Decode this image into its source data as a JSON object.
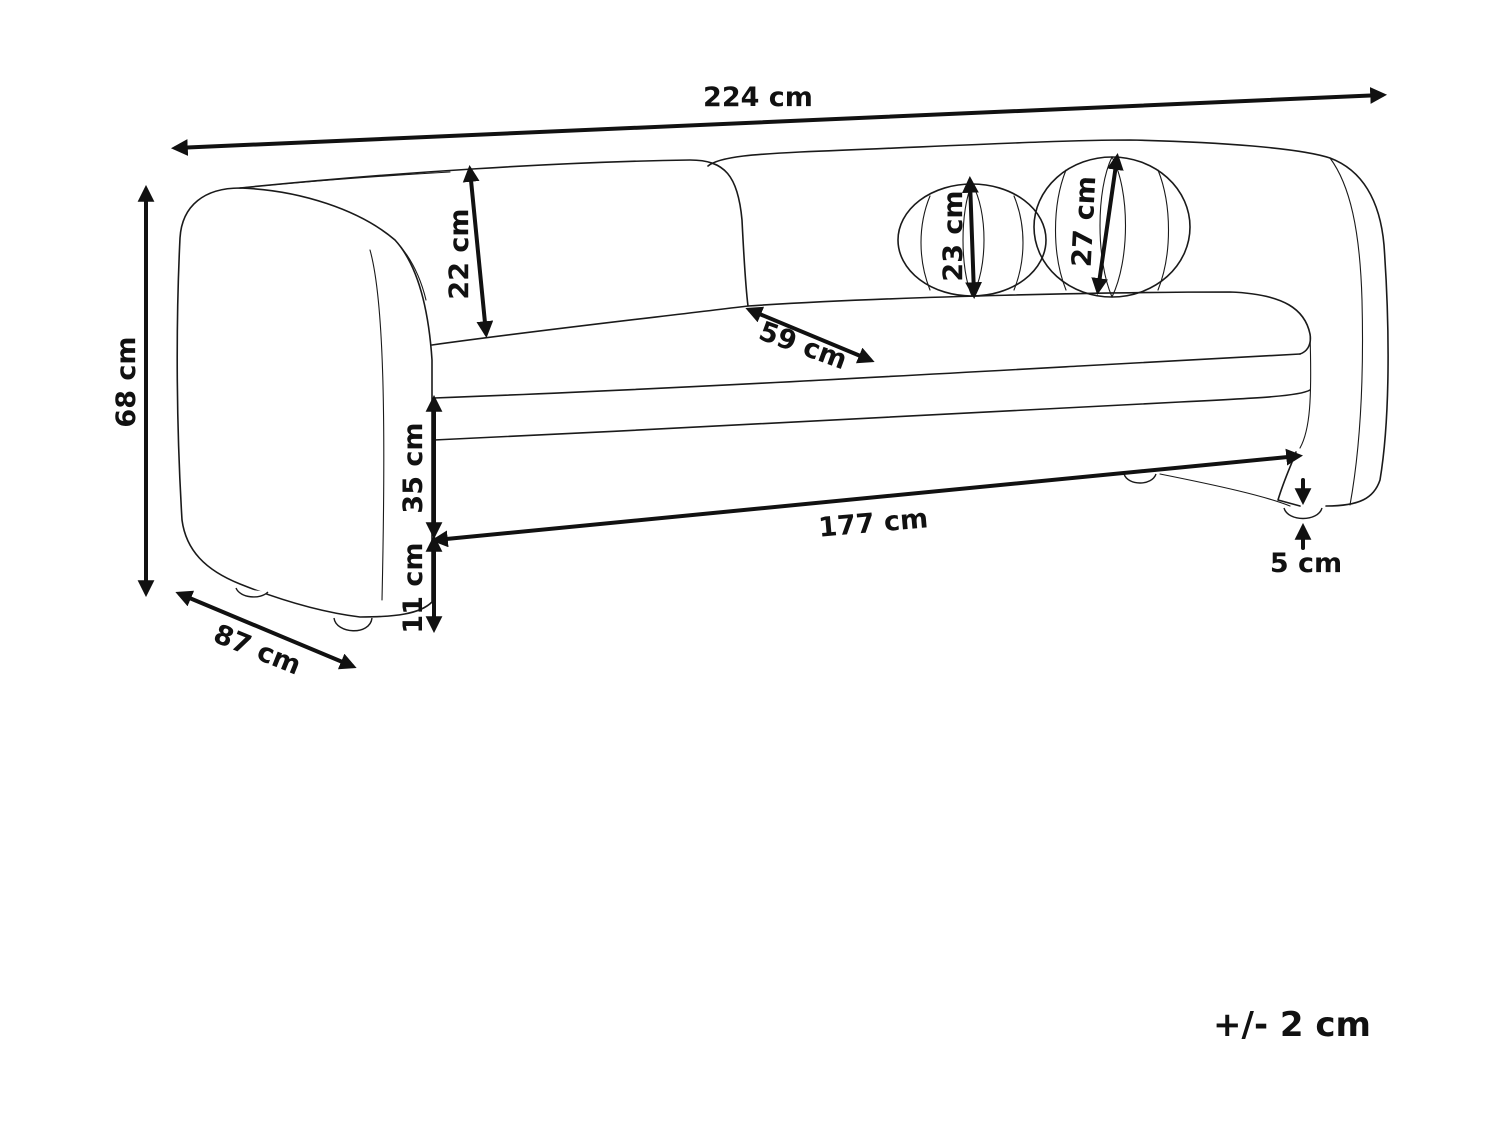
{
  "dimensions": {
    "total_width": "224 cm",
    "total_height": "68 cm",
    "depth": "87 cm",
    "backrest_height": "22 cm",
    "seat_depth": "59 cm",
    "seat_height": "35 cm",
    "leg_height": "11 cm",
    "seat_width": "177 cm",
    "foot_height": "5 cm",
    "small_pillow": "23 cm",
    "large_pillow": "27 cm"
  },
  "tolerance": "+/- 2 cm"
}
